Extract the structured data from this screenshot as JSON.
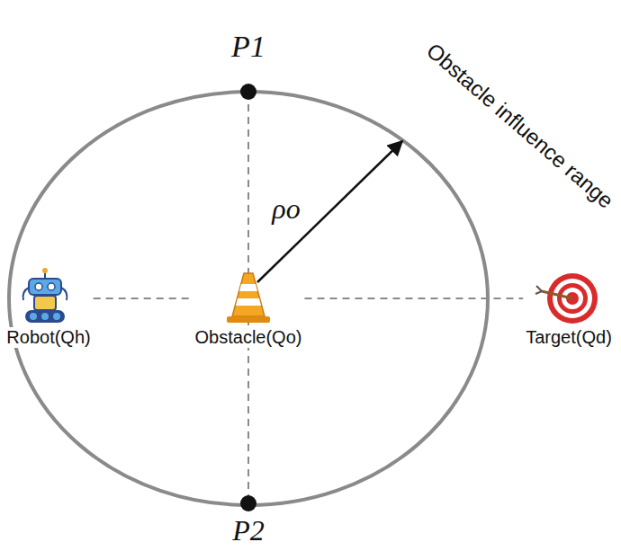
{
  "diagram": {
    "nodes": [
      {
        "text": [
          "Robot(Qh)"
        ]
      },
      {
        "text": [
          "Obstacle(Qo)"
        ]
      },
      {
        "text": [
          "Target(Qd)"
        ]
      }
    ],
    "edges": [
      {
        "from": 0,
        "to": 1,
        "arrow": "none"
      },
      {
        "from": 1,
        "to": 2,
        "arrow": "none"
      }
    ],
    "labels": [
      "P1",
      "P2",
      "ρo",
      "Obstacle influence range"
    ]
  }
}
